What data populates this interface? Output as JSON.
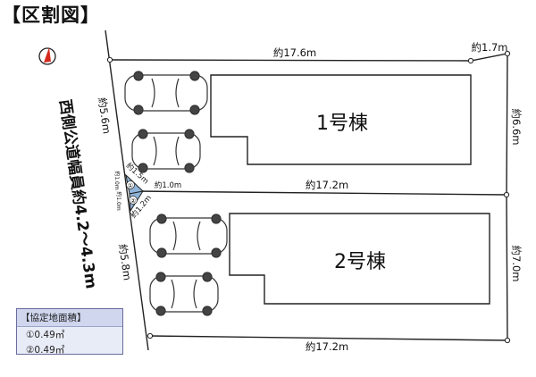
{
  "title": "【区割図】",
  "road": {
    "label": "西側公道幅員約4.2～4.3m"
  },
  "buildings": [
    {
      "label": "1号棟"
    },
    {
      "label": "2号棟"
    }
  ],
  "dimensions": {
    "top": "約17.6m",
    "top_right": "約1.7m",
    "right_upper": "約6.6m",
    "middle": "約17.2m",
    "right_lower": "約7.0m",
    "bottom": "約17.2m",
    "left_upper": "約5.6m",
    "left_lower": "約5.8m",
    "tri_1_5": "約1.5m",
    "tri_1_0": "約1.0m",
    "tri_1_2": "約1.2m",
    "tri_small_a": "約1.0m",
    "tri_small_b": "約1.0m"
  },
  "triangles": {
    "one": "①",
    "two": "②"
  },
  "area_table": {
    "header": "【協定地面積】",
    "rows": [
      "①0.49㎡",
      "②0.49㎡"
    ]
  },
  "colors": {
    "triangle_fill": "#8fb4d9",
    "compass": "#d42a1e",
    "line": "#222222"
  }
}
